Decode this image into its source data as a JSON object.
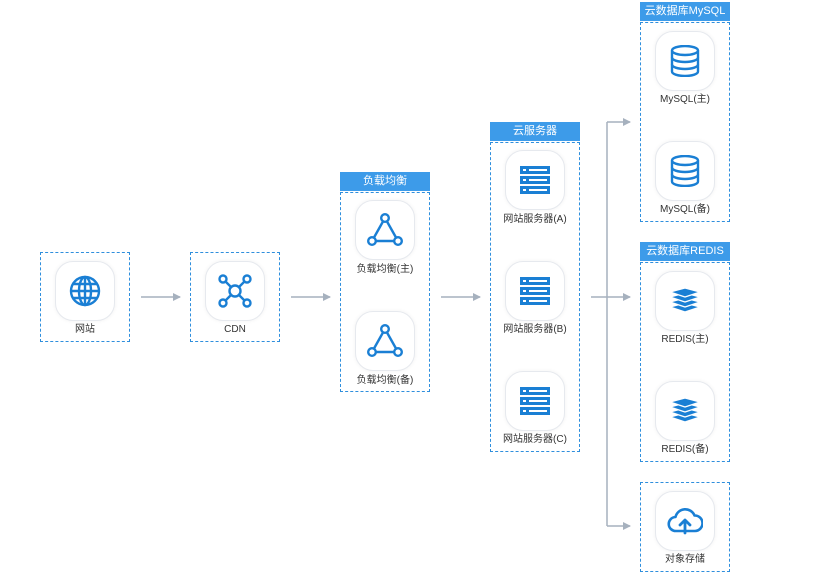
{
  "colors": {
    "accent": "#3d9be9",
    "icon": "#1a7fd4",
    "arrow": "#a6b1be",
    "border": "#2f8fdd"
  },
  "nodes": {
    "website": {
      "label": "网站",
      "icon": "globe-icon"
    },
    "cdn": {
      "label": "CDN",
      "icon": "network-icon"
    },
    "lb_primary": {
      "label": "负载均衡(主)",
      "icon": "triangle-nodes-icon"
    },
    "lb_backup": {
      "label": "负载均衡(备)",
      "icon": "triangle-nodes-icon"
    },
    "server_a": {
      "label": "网站服务器(A)",
      "icon": "server-icon"
    },
    "server_b": {
      "label": "网站服务器(B)",
      "icon": "server-icon"
    },
    "server_c": {
      "label": "网站服务器(C)",
      "icon": "server-icon"
    },
    "mysql_primary": {
      "label": "MySQL(主)",
      "icon": "database-icon"
    },
    "mysql_backup": {
      "label": "MySQL(备)",
      "icon": "database-icon"
    },
    "redis_primary": {
      "label": "REDIS(主)",
      "icon": "stack-icon"
    },
    "redis_backup": {
      "label": "REDIS(备)",
      "icon": "stack-icon"
    },
    "object_storage": {
      "label": "对象存储",
      "icon": "cloud-upload-icon"
    }
  },
  "groups": {
    "load_balancer": {
      "title": "负载均衡"
    },
    "cloud_server": {
      "title": "云服务器"
    },
    "mysql": {
      "title": "云数据库MySQL"
    },
    "redis": {
      "title": "云数据库REDIS"
    }
  }
}
